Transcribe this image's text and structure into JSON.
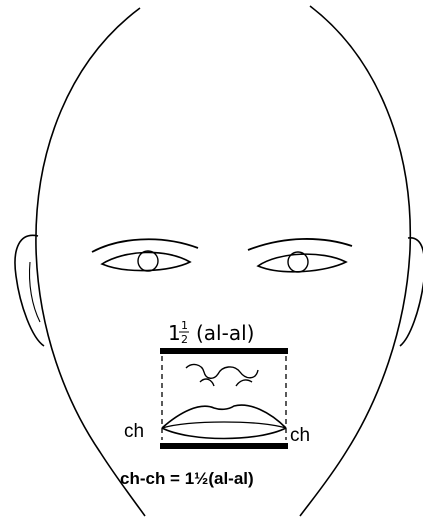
{
  "labels": {
    "top_measure_whole": "1",
    "top_measure_frac_num": "1",
    "top_measure_frac_den": "2",
    "top_measure_expr": "(al-al)",
    "left_point": "ch",
    "right_point": "ch",
    "formula": "ch-ch = 1½(al-al)"
  }
}
